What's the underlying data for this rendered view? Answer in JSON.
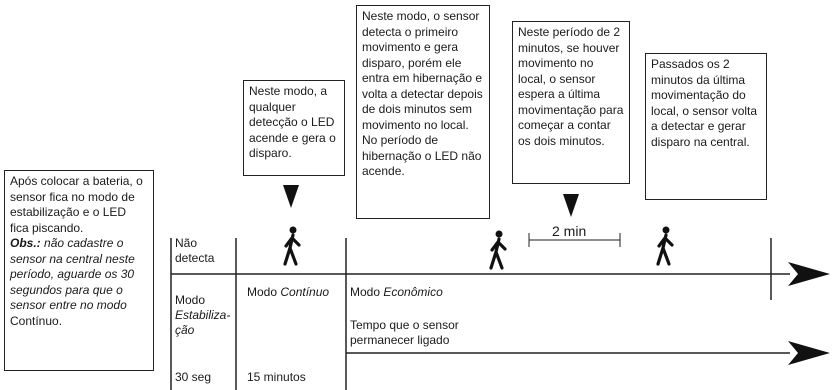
{
  "box_intro": {
    "text": "Após colocar a bateria, o sensor fica no modo de estabilização e o LED fica piscando.",
    "obs_label": "Obs.:",
    "obs_text": "não cadastre o sensor na central neste período, aguarde os 30 segundos para que o sensor entre no modo",
    "obs_end": "Contínuo."
  },
  "box_continuous": "Neste modo, a qualquer detecção o LED acende e gera o disparo.",
  "box_economic": "Neste modo, o sensor detecta o primeiro movimento e gera disparo, porém ele entra em hibernação e volta a detectar depois de dois minutos sem movimento no local. No período de hibernação o LED não acende.",
  "box_two_minutes": "Neste período de 2 minutos, se houver movimento no local, o sensor espera a última movimentação para começar a contar os dois minutos.",
  "box_after": "Passados os 2 minutos da última movimentação do local, o sensor volta a detectar e gerar disparo na central.",
  "row_labels": {
    "no_detect": "Não detecta",
    "mode_word": "Modo",
    "stabilization": "Estabiliza-ção",
    "duration": "30 seg"
  },
  "modes": {
    "prefix_continuous": "Modo",
    "continuous": "Contínuo",
    "prefix_economic": "Modo",
    "economic": "Econômico"
  },
  "time_on": "Tempo que o sensor permanecer ligado",
  "fifteen": "15 minutos",
  "two_min": "2 min",
  "icons": {
    "walker": "person-walking-icon",
    "arrow": "arrow-down-icon"
  }
}
